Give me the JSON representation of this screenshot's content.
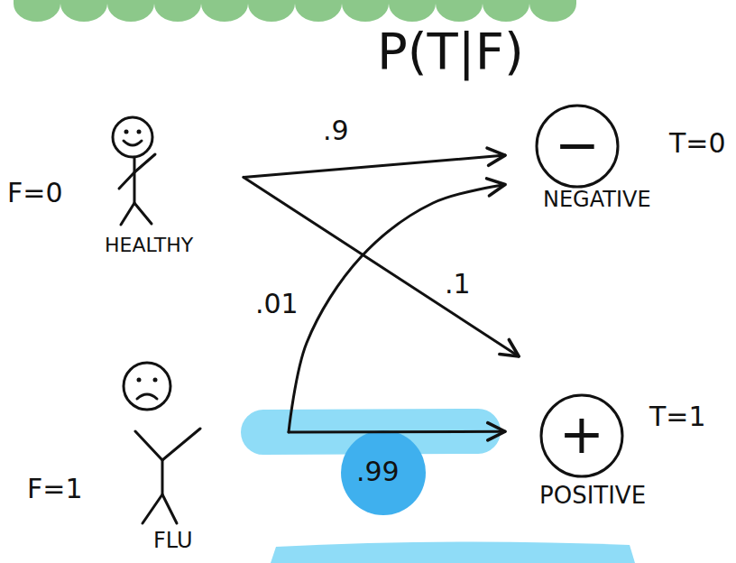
{
  "diagram": {
    "title": "P(T|F)",
    "nodes": [
      {
        "text": [
          "F=0",
          "HEALTHY"
        ]
      },
      {
        "text": [
          "−",
          "NEGATIVE",
          "T=0"
        ]
      },
      {
        "text": [
          "F=1",
          "FLU"
        ]
      },
      {
        "text": [
          "+",
          "POSITIVE",
          "T=1"
        ]
      }
    ],
    "edges": [
      {
        "from": 0,
        "to": 1,
        "arrow": "to",
        "label": ".9"
      },
      {
        "from": 0,
        "to": 3,
        "arrow": "to",
        "label": ".1"
      },
      {
        "from": 2,
        "to": 1,
        "arrow": "to",
        "label": ".01"
      },
      {
        "from": 2,
        "to": 3,
        "arrow": "to",
        "label": ".99"
      }
    ]
  }
}
